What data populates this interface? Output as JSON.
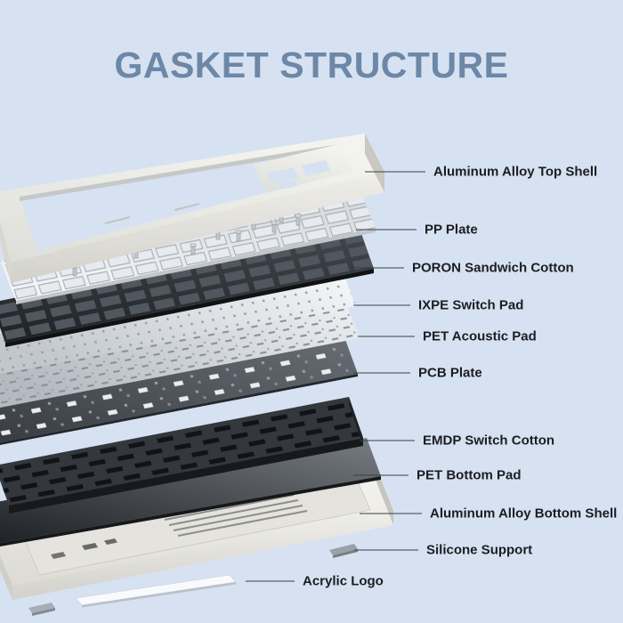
{
  "title": "GASKET STRUCTURE",
  "colors": {
    "background": "#d6e2f2",
    "title": "#6d87a6",
    "label_text": "#1b1d20",
    "leader_line": "#3a3f45",
    "top_shell_ivory": "#ebebe6",
    "pp_plate_white": "#eef1f4",
    "poron_black": "#26292d",
    "ixpe_white": "#eef1f3",
    "pet_gray": "#dfe2e6",
    "pcb_dark": "#4c5157",
    "emdp_black": "#34383d",
    "pet_bottom_dark": "#2b2e33",
    "bottom_shell_ivory": "#e9e8e2"
  },
  "layers": [
    {
      "label": "Aluminum Alloy Top Shell"
    },
    {
      "label": "PP Plate"
    },
    {
      "label": "PORON Sandwich Cotton"
    },
    {
      "label": "IXPE Switch Pad"
    },
    {
      "label": "PET Acoustic Pad"
    },
    {
      "label": "PCB Plate"
    },
    {
      "label": "EMDP Switch Cotton"
    },
    {
      "label": "PET Bottom Pad"
    },
    {
      "label": "Aluminum Alloy Bottom Shell"
    },
    {
      "label": "Silicone Support"
    },
    {
      "label": "Acrylic Logo"
    }
  ]
}
